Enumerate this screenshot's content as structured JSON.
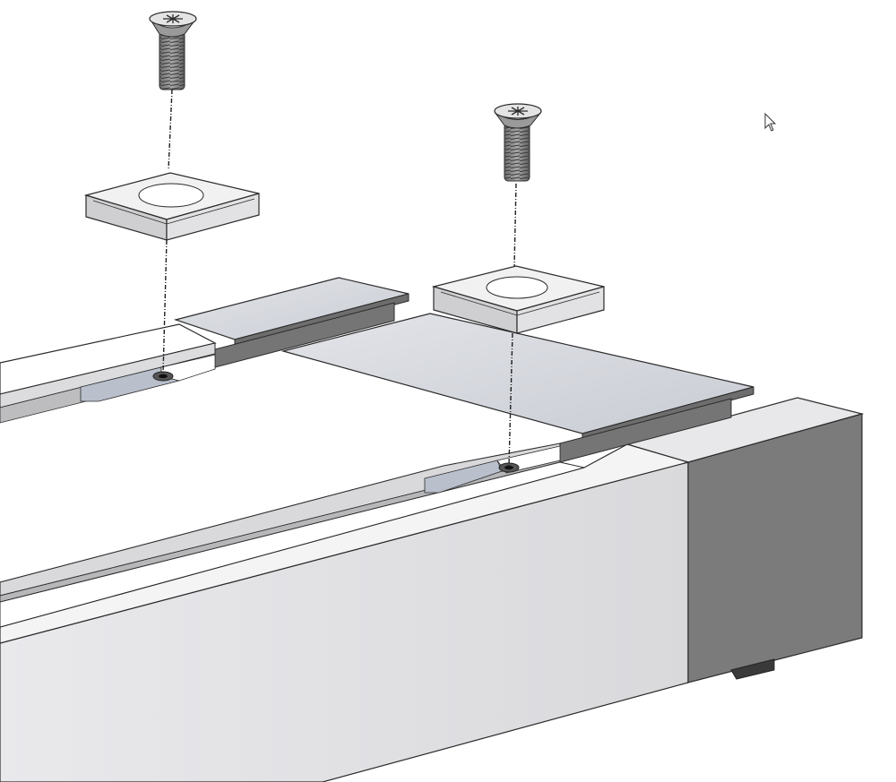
{
  "scene": {
    "background": "#ffffff",
    "colors": {
      "outline": "#2b2b2b",
      "light_face": "#e6e6e8",
      "mid_face": "#c8cace",
      "dark_face": "#7a7a7a",
      "plate": "#d4d7dd",
      "plate_edge": "#6d6d6d",
      "groove_blue": "#b9c0cc",
      "screw_metal": "#8a8a8a"
    },
    "parts": [
      {
        "name": "beam",
        "count": 1
      },
      {
        "name": "rail-plate",
        "count": 2
      },
      {
        "name": "square-washer",
        "count": 2
      },
      {
        "name": "countersunk-phillips-screw",
        "count": 2
      }
    ],
    "cursor_icon": "pointer-arrow-icon"
  }
}
